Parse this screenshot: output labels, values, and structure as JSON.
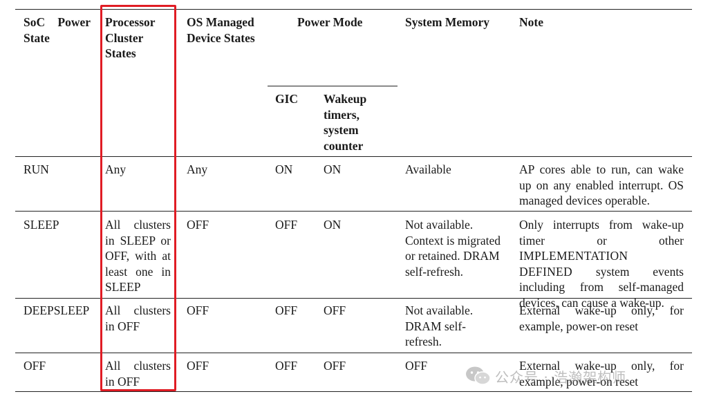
{
  "columns": {
    "soc_power_state": "SoC Power State",
    "processor_cluster_states": "Processor Cluster States",
    "os_managed_device_states": "OS Managed Device States",
    "power_mode": "Power Mode",
    "gic": "GIC",
    "wakeup": "Wakeup timers, system counter",
    "system_memory": "System Memory",
    "note": "Note"
  },
  "rows": [
    {
      "state": "RUN",
      "cluster": "Any",
      "os_devices": "Any",
      "gic": "ON",
      "wakeup": "ON",
      "memory": "Available",
      "note": "AP cores able to run, can wake up on any enabled interrupt. OS managed devices operable."
    },
    {
      "state": "SLEEP",
      "cluster": "All clusters in SLEEP or OFF, with at least one in SLEEP",
      "os_devices": "OFF",
      "gic": "OFF",
      "wakeup": "ON",
      "memory": "Not available. Context is migrated or retained. DRAM self-refresh.",
      "note_before": "Only interrupts from wake-up timer or other ",
      "note_smallcaps": "IMPLEMENTATION DEFINED",
      "note_after": " system events including from self-managed devices, can cause a wake-up."
    },
    {
      "state": "DEEPSLEEP",
      "cluster": "All clusters in OFF",
      "os_devices": "OFF",
      "gic": "OFF",
      "wakeup": "OFF",
      "memory": "Not available. DRAM self-refresh.",
      "note": "External wake-up only, for example, power-on reset"
    },
    {
      "state": "OFF",
      "cluster": "All clusters in OFF",
      "os_devices": "OFF",
      "gic": "OFF",
      "wakeup": "OFF",
      "memory": "OFF",
      "note": "External wake-up only, for example, power-on reset"
    }
  ],
  "highlight_color": "#e01c24",
  "watermark": {
    "text": "公众号 · 浩瀚架构师",
    "icon": "wechat-icon"
  }
}
